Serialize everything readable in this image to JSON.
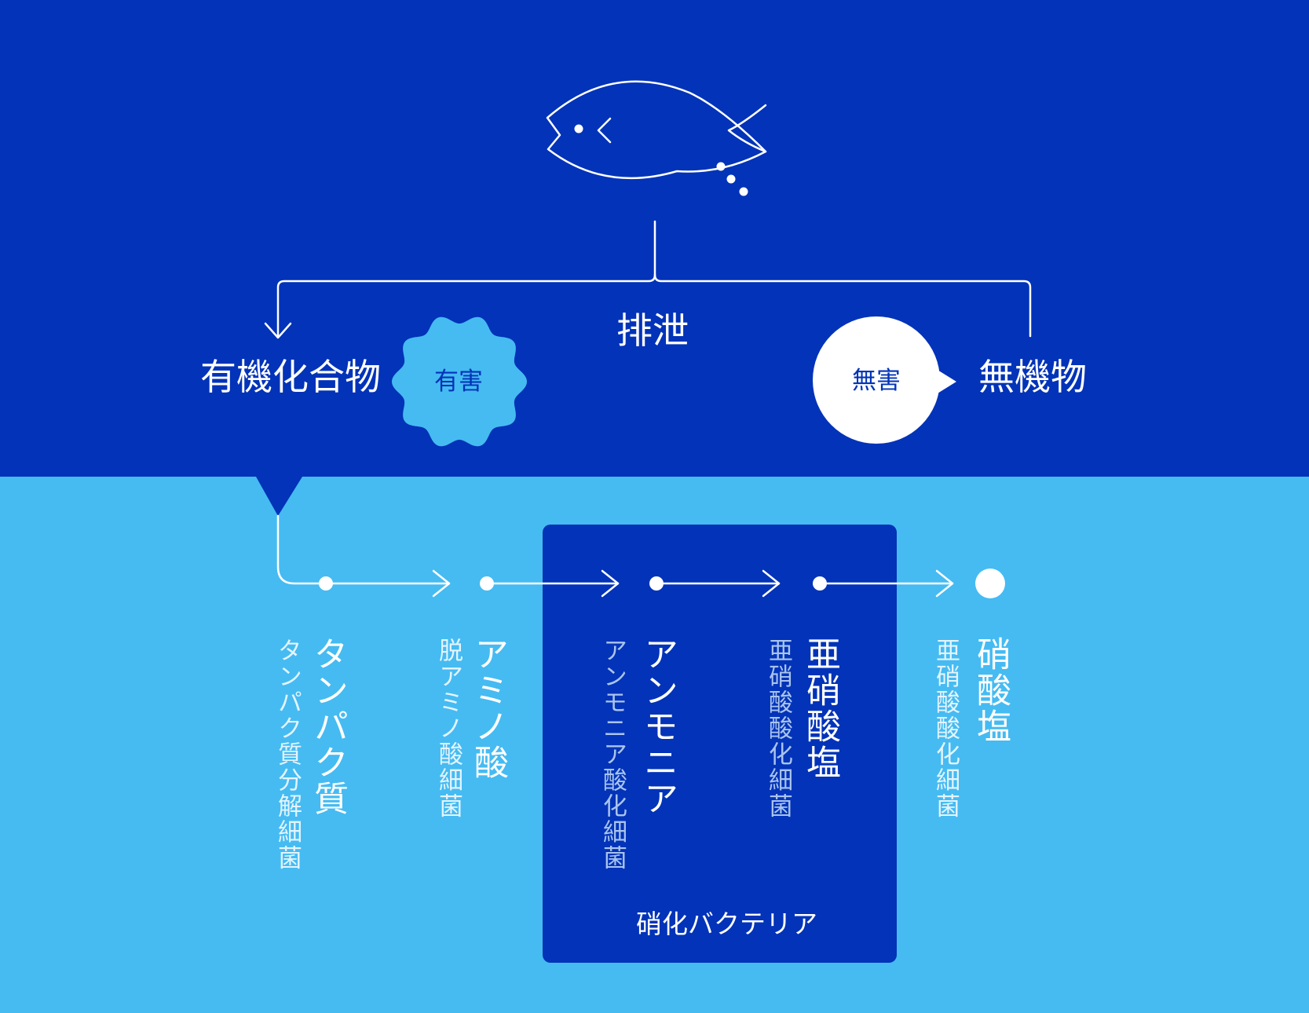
{
  "colors": {
    "navy": "#0233b8",
    "sky": "#45bbf2",
    "white": "#ffffff",
    "sub_text_on_sky": "#e4f4fd",
    "sub_text_on_navy": "#a9c4ee"
  },
  "top": {
    "excretion": "排泄",
    "organic": "有機化合物",
    "harmful": "有害",
    "harmless": "無害",
    "inorganic": "無機物"
  },
  "stages": [
    {
      "name": "タンパク質",
      "bacteria": "タンパク質分解細菌"
    },
    {
      "name": "アミノ酸",
      "bacteria": "脱アミノ酸細菌"
    },
    {
      "name": "アンモニア",
      "bacteria": "アンモニア酸化細菌"
    },
    {
      "name": "亜硝酸塩",
      "bacteria": "亜硝酸酸化細菌"
    },
    {
      "name": "硝酸塩",
      "bacteria": "亜硝酸酸化細菌"
    }
  ],
  "nitrifying_bacteria": "硝化バクテリア",
  "icons": {
    "fish": "fish-icon",
    "harmful_badge": "wavy-badge",
    "harmless_badge": "speech-bubble"
  }
}
